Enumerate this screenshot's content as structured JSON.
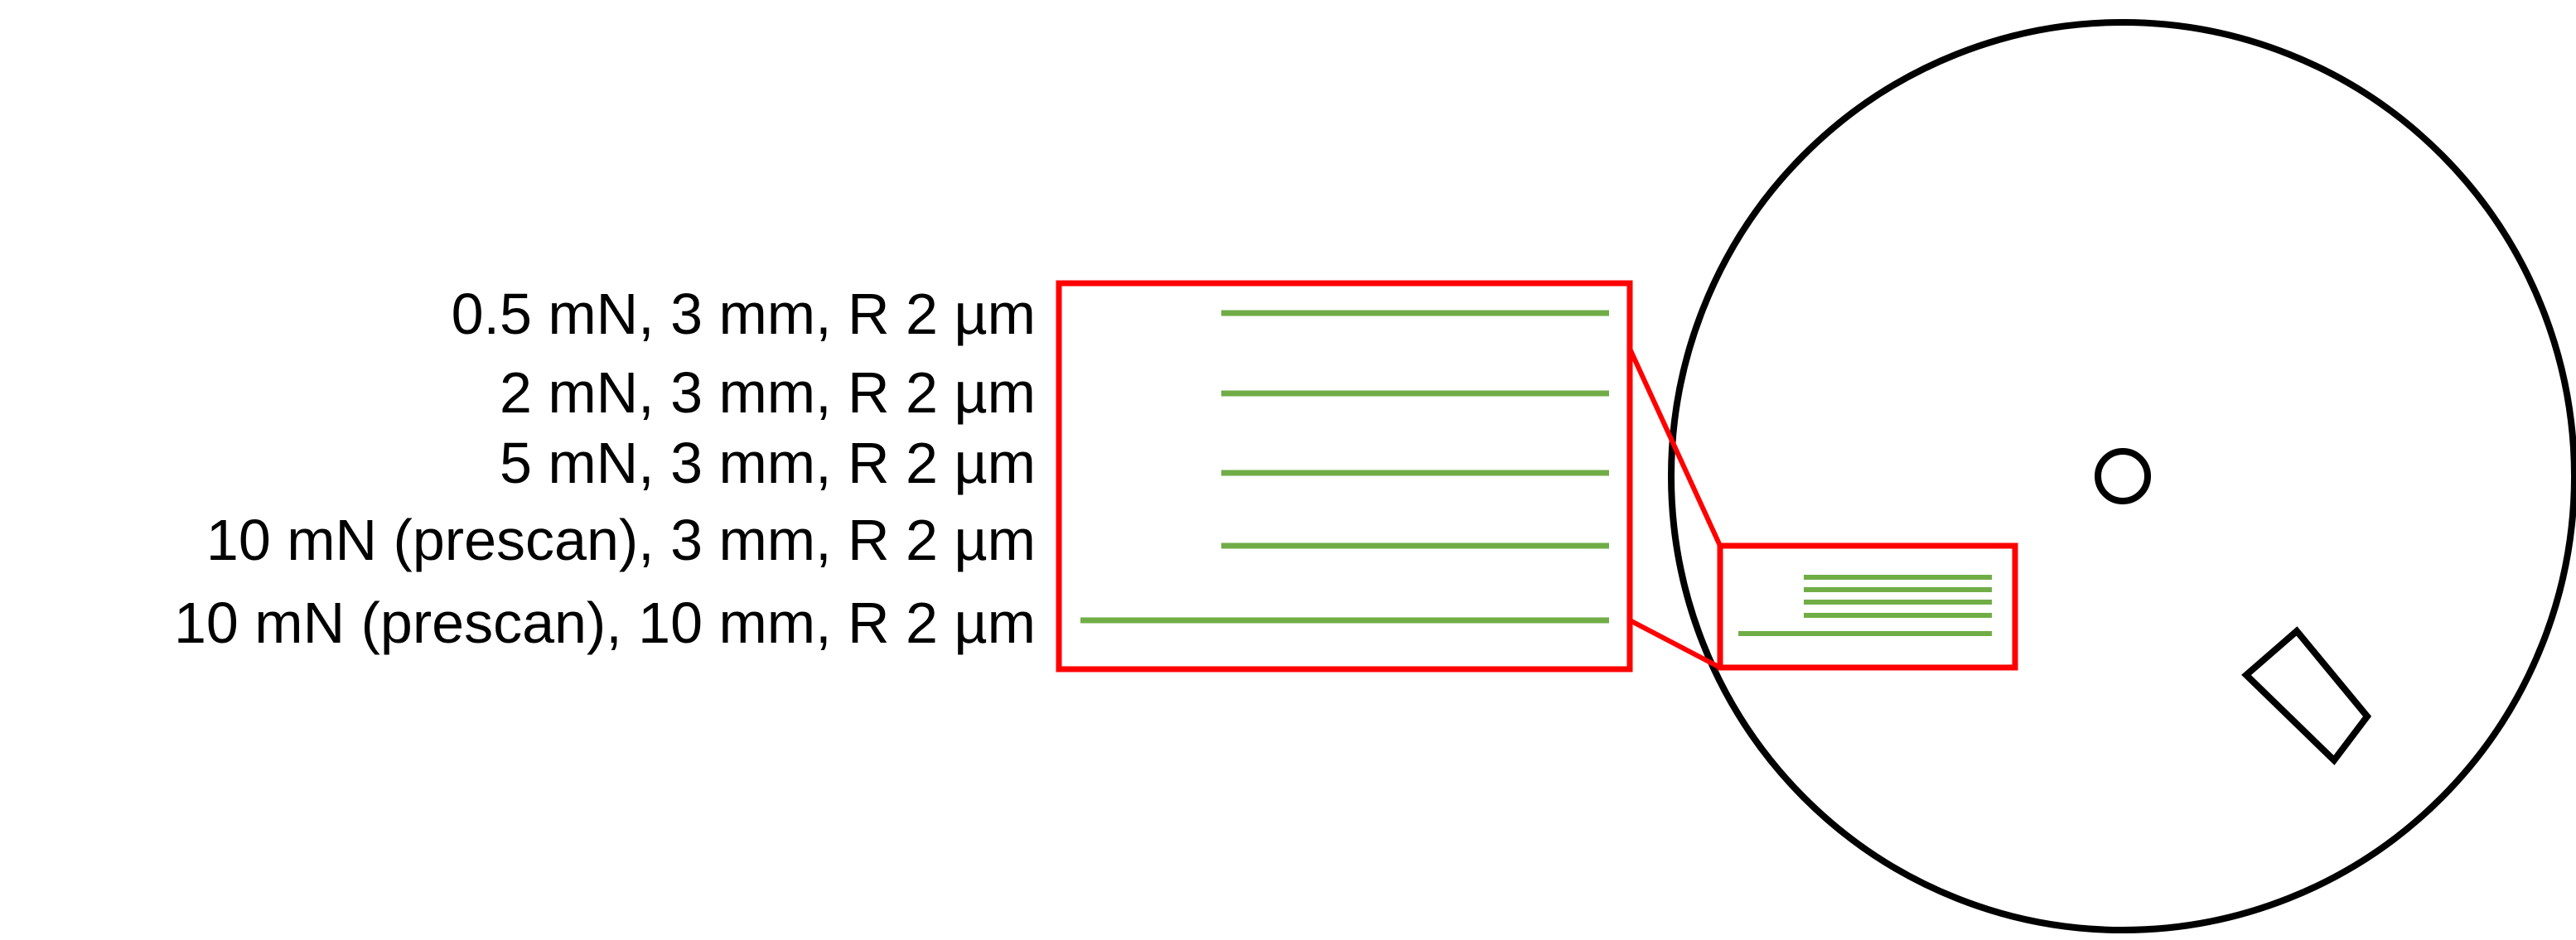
{
  "colors": {
    "outline": "#000000",
    "highlight": "#ff0000",
    "scratch": "#70ad47",
    "background": "#ffffff"
  },
  "scratch_labels": [
    "0.5 mN, 3 mm, R 2 µm",
    "2 mN, 3 mm, R 2 µm",
    "5 mN, 3 mm, R 2 µm",
    "10 mN (prescan), 3 mm, R 2 µm",
    "10 mN (prescan), 10 mm, R 2 µm"
  ]
}
